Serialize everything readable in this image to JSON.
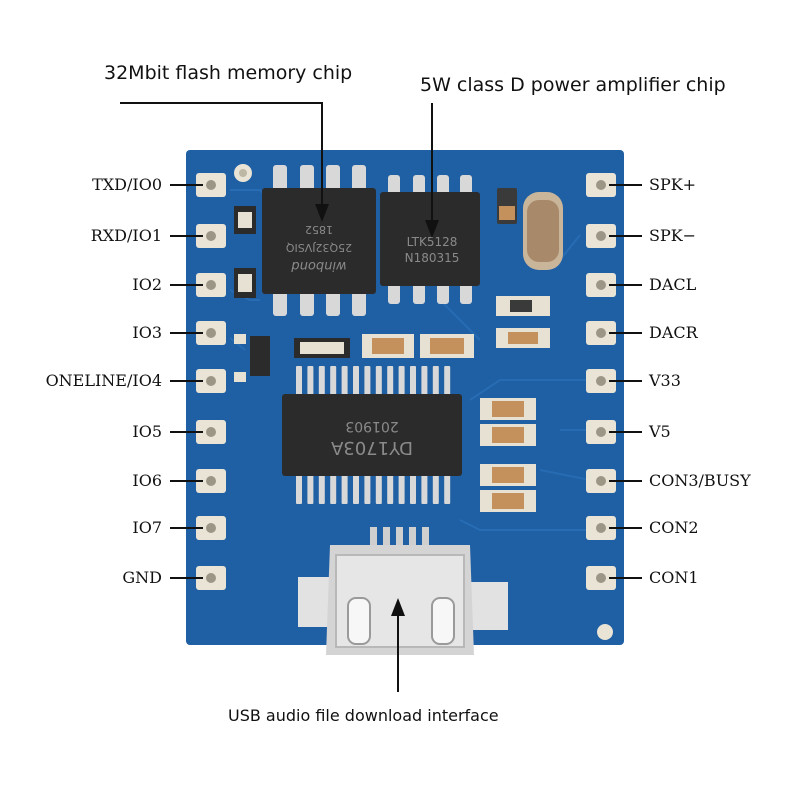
{
  "callouts": {
    "flash": "32Mbit flash memory chip",
    "amp": "5W class D power amplifier chip",
    "usb": "USB audio file download interface"
  },
  "chips": {
    "flash_markings": [
      "winbond",
      "25Q32JVSIQ",
      "1852"
    ],
    "amp_markings": [
      "LTK5128",
      "N180315"
    ],
    "decoder_markings": [
      "DY1703A",
      "201903"
    ]
  },
  "pins": {
    "left": [
      "TXD/IO0",
      "RXD/IO1",
      "IO2",
      "IO3",
      "ONELINE/IO4",
      "IO5",
      "IO6",
      "IO7",
      "GND"
    ],
    "right": [
      "SPK+",
      "SPK−",
      "DACL",
      "DACR",
      "V33",
      "V5",
      "CON3/BUSY",
      "CON2",
      "CON1"
    ]
  },
  "colors": {
    "board": "#1f5fa3",
    "board_dark": "#184f8c",
    "pad": "#e9e4d6",
    "chip": "#2b2b2b",
    "lead": "#d8d8d8"
  }
}
